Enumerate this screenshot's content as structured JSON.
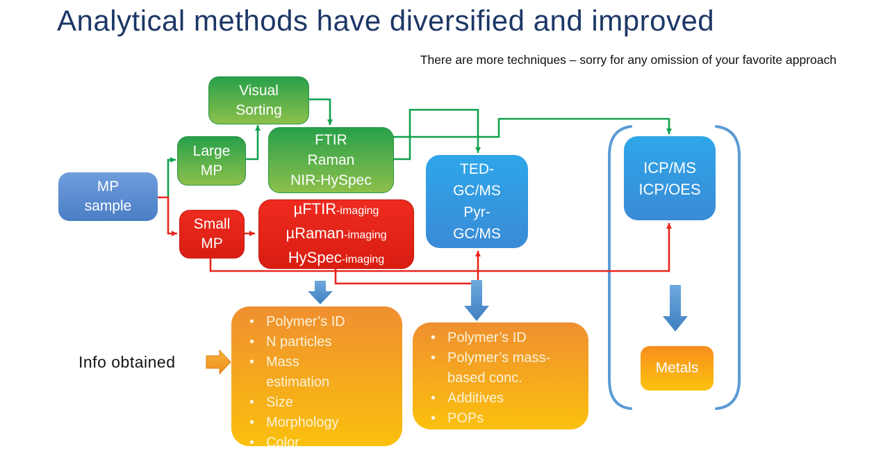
{
  "slide": {
    "title": "Analytical methods have diversified and improved",
    "subtitle": "There are more techniques – sorry for any omission of your favorite approach",
    "info_label": "Info obtained"
  },
  "colors": {
    "title_navy": "#1d3766",
    "connector_green": "#0fa04c",
    "connector_red": "#e8251c",
    "bracket_blue": "#5b9bd5",
    "node_green": "#2fa34c",
    "node_red": "#e6251b",
    "node_light_blue": "#3d9ee2",
    "sample_blue": "#5a8cd0",
    "info_orange": "#f49b2b"
  },
  "nodes": {
    "mp_sample": {
      "label": "MP\nsample"
    },
    "large_mp": {
      "label": "Large\nMP"
    },
    "small_mp": {
      "label": "Small\nMP"
    },
    "visual_sorting": {
      "label": "Visual\nSorting"
    },
    "ftir": {
      "label": "FTIR\nRaman\nNIR-HySpec"
    },
    "imaging": {
      "lines": [
        {
          "main": "µFTIR",
          "suffix": "-imaging"
        },
        {
          "main": "µRaman",
          "suffix": "-imaging"
        },
        {
          "main": "HySpec",
          "suffix": "-imaging"
        }
      ]
    },
    "ted": {
      "label": "TED-\nGC/MS\nPyr-\nGC/MS"
    },
    "icp": {
      "label": "ICP/MS\nICP/OES"
    },
    "metals": {
      "label": "Metals"
    }
  },
  "info_boxes": {
    "spectroscopy": {
      "items": [
        "Polymer’s ID",
        "N particles",
        "Mass\nestimation",
        "Size",
        "Morphology",
        "Color"
      ]
    },
    "thermal": {
      "items": [
        "Polymer’s ID",
        "Polymer’s mass-\nbased conc.",
        "Additives",
        "POPs"
      ]
    }
  }
}
